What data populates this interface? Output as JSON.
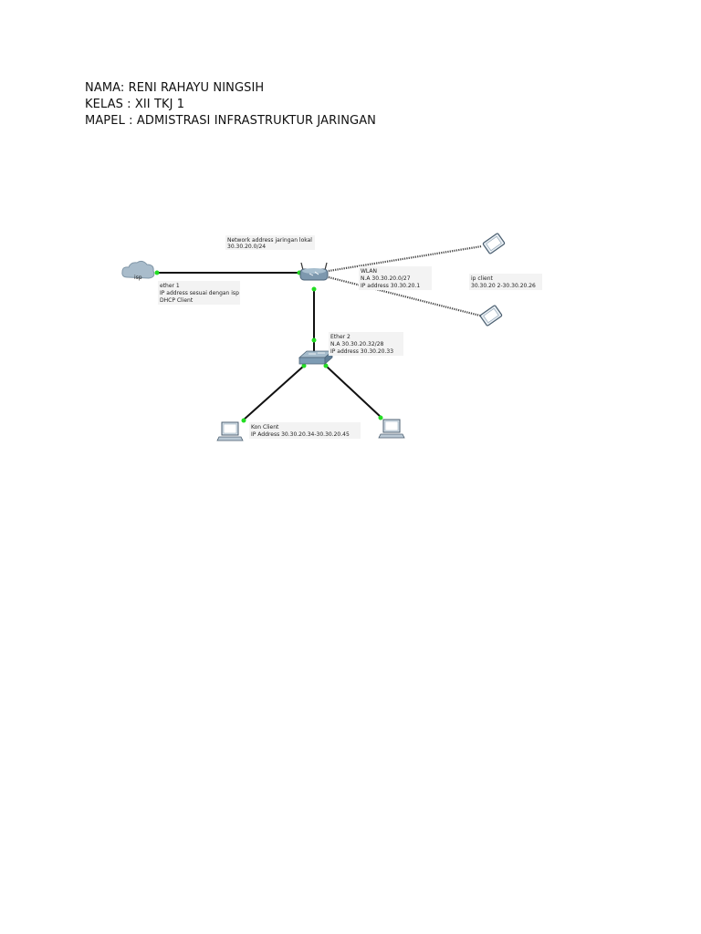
{
  "header": {
    "nama": "NAMA: RENI RAHAYU NINGSIH",
    "kelas": "KELAS : XII TKJ 1",
    "mapel": "MAPEL : ADMISTRASI INFRASTRUKTUR JARINGAN"
  },
  "diagram": {
    "isp_label": "isp",
    "network_label": {
      "line1": "Network address jaringan lokal",
      "line2": "30.30.20.0/24"
    },
    "ether1_label": {
      "line1": "ether 1",
      "line2": "IP address sesuai dengan isp",
      "line3": "DHCP Client"
    },
    "wlan_label": {
      "line1": "WLAN",
      "line2": "N.A 30.30.20.0/27",
      "line3": "IP address 30.30.20.1"
    },
    "ipclient_label": {
      "line1": "ip client",
      "line2": "30.30.20 2-30.30.20.26"
    },
    "ether2_label": {
      "line1": "Ether 2",
      "line2": "N.A 30.30.20.32/28",
      "line3": "IP address 30.30.20.33"
    },
    "kon_label": {
      "line1": "Kon Client",
      "line2": "IP Address  30.30.20.34-30.30.20.45"
    }
  },
  "colors": {
    "link": "#111111",
    "port_dot": "#22dd22",
    "router": "#6f8fa8",
    "switch": "#7d9bb3",
    "cloud": "#a9bccb"
  }
}
